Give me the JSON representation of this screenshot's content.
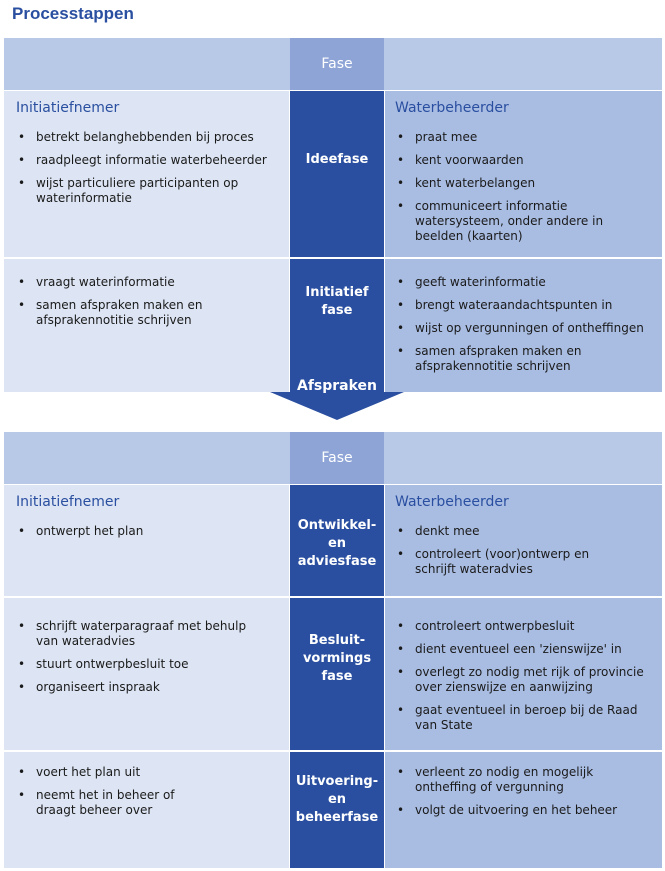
{
  "page_title": "Processtappen",
  "top": {
    "fase_label": "Fase",
    "left_title": "Initiatiefnemer",
    "right_title": "Waterbeheerder",
    "rows": [
      {
        "phase": "Ideefase",
        "left": [
          "betrekt belanghebbenden bij proces",
          "raadpleegt informatie waterbeheerder",
          "wijst particuliere participanten op waterinformatie"
        ],
        "right": [
          "praat mee",
          "kent voorwaarden",
          "kent waterbelangen",
          "communiceert informatie watersysteem, onder andere in beelden (kaarten)"
        ]
      },
      {
        "phase": "Initiatief fase",
        "left": [
          "vraagt waterinformatie",
          "samen afspraken maken en afsprakennotitie schrijven"
        ],
        "right": [
          "geeft waterinformatie",
          "brengt wateraandachtspunten in",
          "wijst op vergunningen of ontheffingen",
          "samen afspraken maken en afsprakennotitie schrijven"
        ]
      }
    ]
  },
  "arrow_label": "Afspraken",
  "bottom": {
    "fase_label": "Fase",
    "left_title": "Initiatiefnemer",
    "right_title": "Waterbeheerder",
    "rows": [
      {
        "phase": "Ontwikkel- en adviesfase",
        "left": [
          "ontwerpt het plan"
        ],
        "right": [
          "denkt mee",
          "controleert (voor)ontwerp en schrijft wateradvies"
        ]
      },
      {
        "phase": "Besluit- vormings fase",
        "left": [
          "schrijft waterparagraaf met behulp van wateradvies",
          "stuurt ontwerpbesluit toe",
          "organiseert inspraak"
        ],
        "right": [
          "controleert ontwerpbesluit",
          "dient eventueel een 'zienswijze' in",
          "overlegt zo nodig met rijk of provincie over zienswijze en aanwijzing",
          "gaat eventueel in beroep bij de Raad van State"
        ]
      },
      {
        "phase": "Uitvoering- en beheerfase",
        "left": [
          "voert het plan uit",
          "neemt het in beheer of draagt beheer over"
        ],
        "right": [
          "verleent zo nodig en mogelijk ontheffing of vergunning",
          "volgt de uitvoering en het beheer"
        ]
      }
    ]
  },
  "colors": {
    "dark_blue": "#2a4fa0",
    "mid_blue": "#8ea4d6",
    "header_blue": "#b8c9e8",
    "left_bg": "#dde5f4",
    "right_bg": "#a9bde3"
  }
}
